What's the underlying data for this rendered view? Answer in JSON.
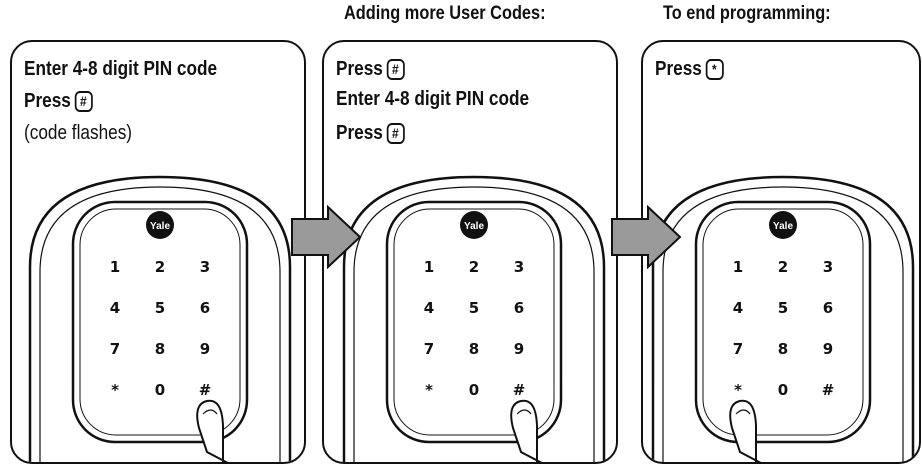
{
  "headers": {
    "adding_more": "Adding more User Codes:",
    "end_programming": "To end programming:"
  },
  "panels": [
    {
      "lines": [
        {
          "text": "Enter 4-8 digit PIN code",
          "style": "bold"
        },
        {
          "text": "Press",
          "style": "bold",
          "key": "#"
        },
        {
          "text": "(code flashes)",
          "style": "light"
        }
      ],
      "finger_key": "#"
    },
    {
      "lines": [
        {
          "text": "Press",
          "style": "bold",
          "key": "#"
        },
        {
          "text": "Enter 4-8 digit PIN code",
          "style": "bold"
        },
        {
          "text": "Press",
          "style": "bold",
          "key": "#"
        }
      ],
      "finger_key": "#"
    },
    {
      "lines": [
        {
          "text": "Press",
          "style": "bold",
          "key": "*"
        }
      ],
      "finger_key": "*"
    }
  ],
  "keypad": {
    "brand": "Yale",
    "keys": [
      "1",
      "2",
      "3",
      "4",
      "5",
      "6",
      "7",
      "8",
      "9",
      "*",
      "0",
      "#"
    ]
  }
}
